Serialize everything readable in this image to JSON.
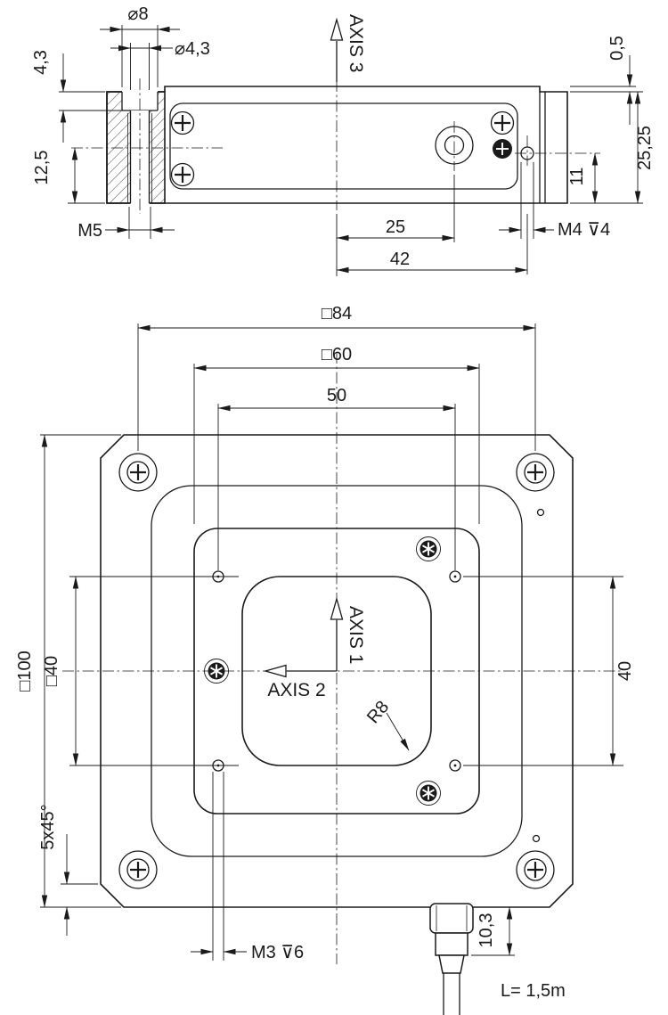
{
  "meta": {
    "background": "#ffffff",
    "ink": "#1a1a1a",
    "drawing_type": "technical-dimension-drawing"
  },
  "side_view": {
    "axis3_label": "AXIS 3",
    "dims": {
      "counterbore_dia": "⌀8",
      "through_dia": "⌀4,3",
      "counterbore_depth": "4,3",
      "top_step": "0,5",
      "overall_height": "25,25",
      "side_hole_height": "11",
      "center_height": "12,5",
      "thread_m5": "M5",
      "center_to_pivot": "25",
      "center_to_side_hole": "42",
      "thread_m4": "M4 ⊽4"
    }
  },
  "plan_view": {
    "axis1_label": "AXIS 1",
    "axis2_label": "AXIS 2",
    "dims": {
      "mount_pattern": "□84",
      "platform_size": "□60",
      "holes_x": "50",
      "outer_size": "□100",
      "aperture_size": "□40",
      "holes_y": "40",
      "corner_chamfer": "5x45°",
      "thread_m3": "M3 ⊽6",
      "connector_height": "10,3",
      "cable_length": "L= 1,5m",
      "aperture_radius": "R8"
    }
  }
}
